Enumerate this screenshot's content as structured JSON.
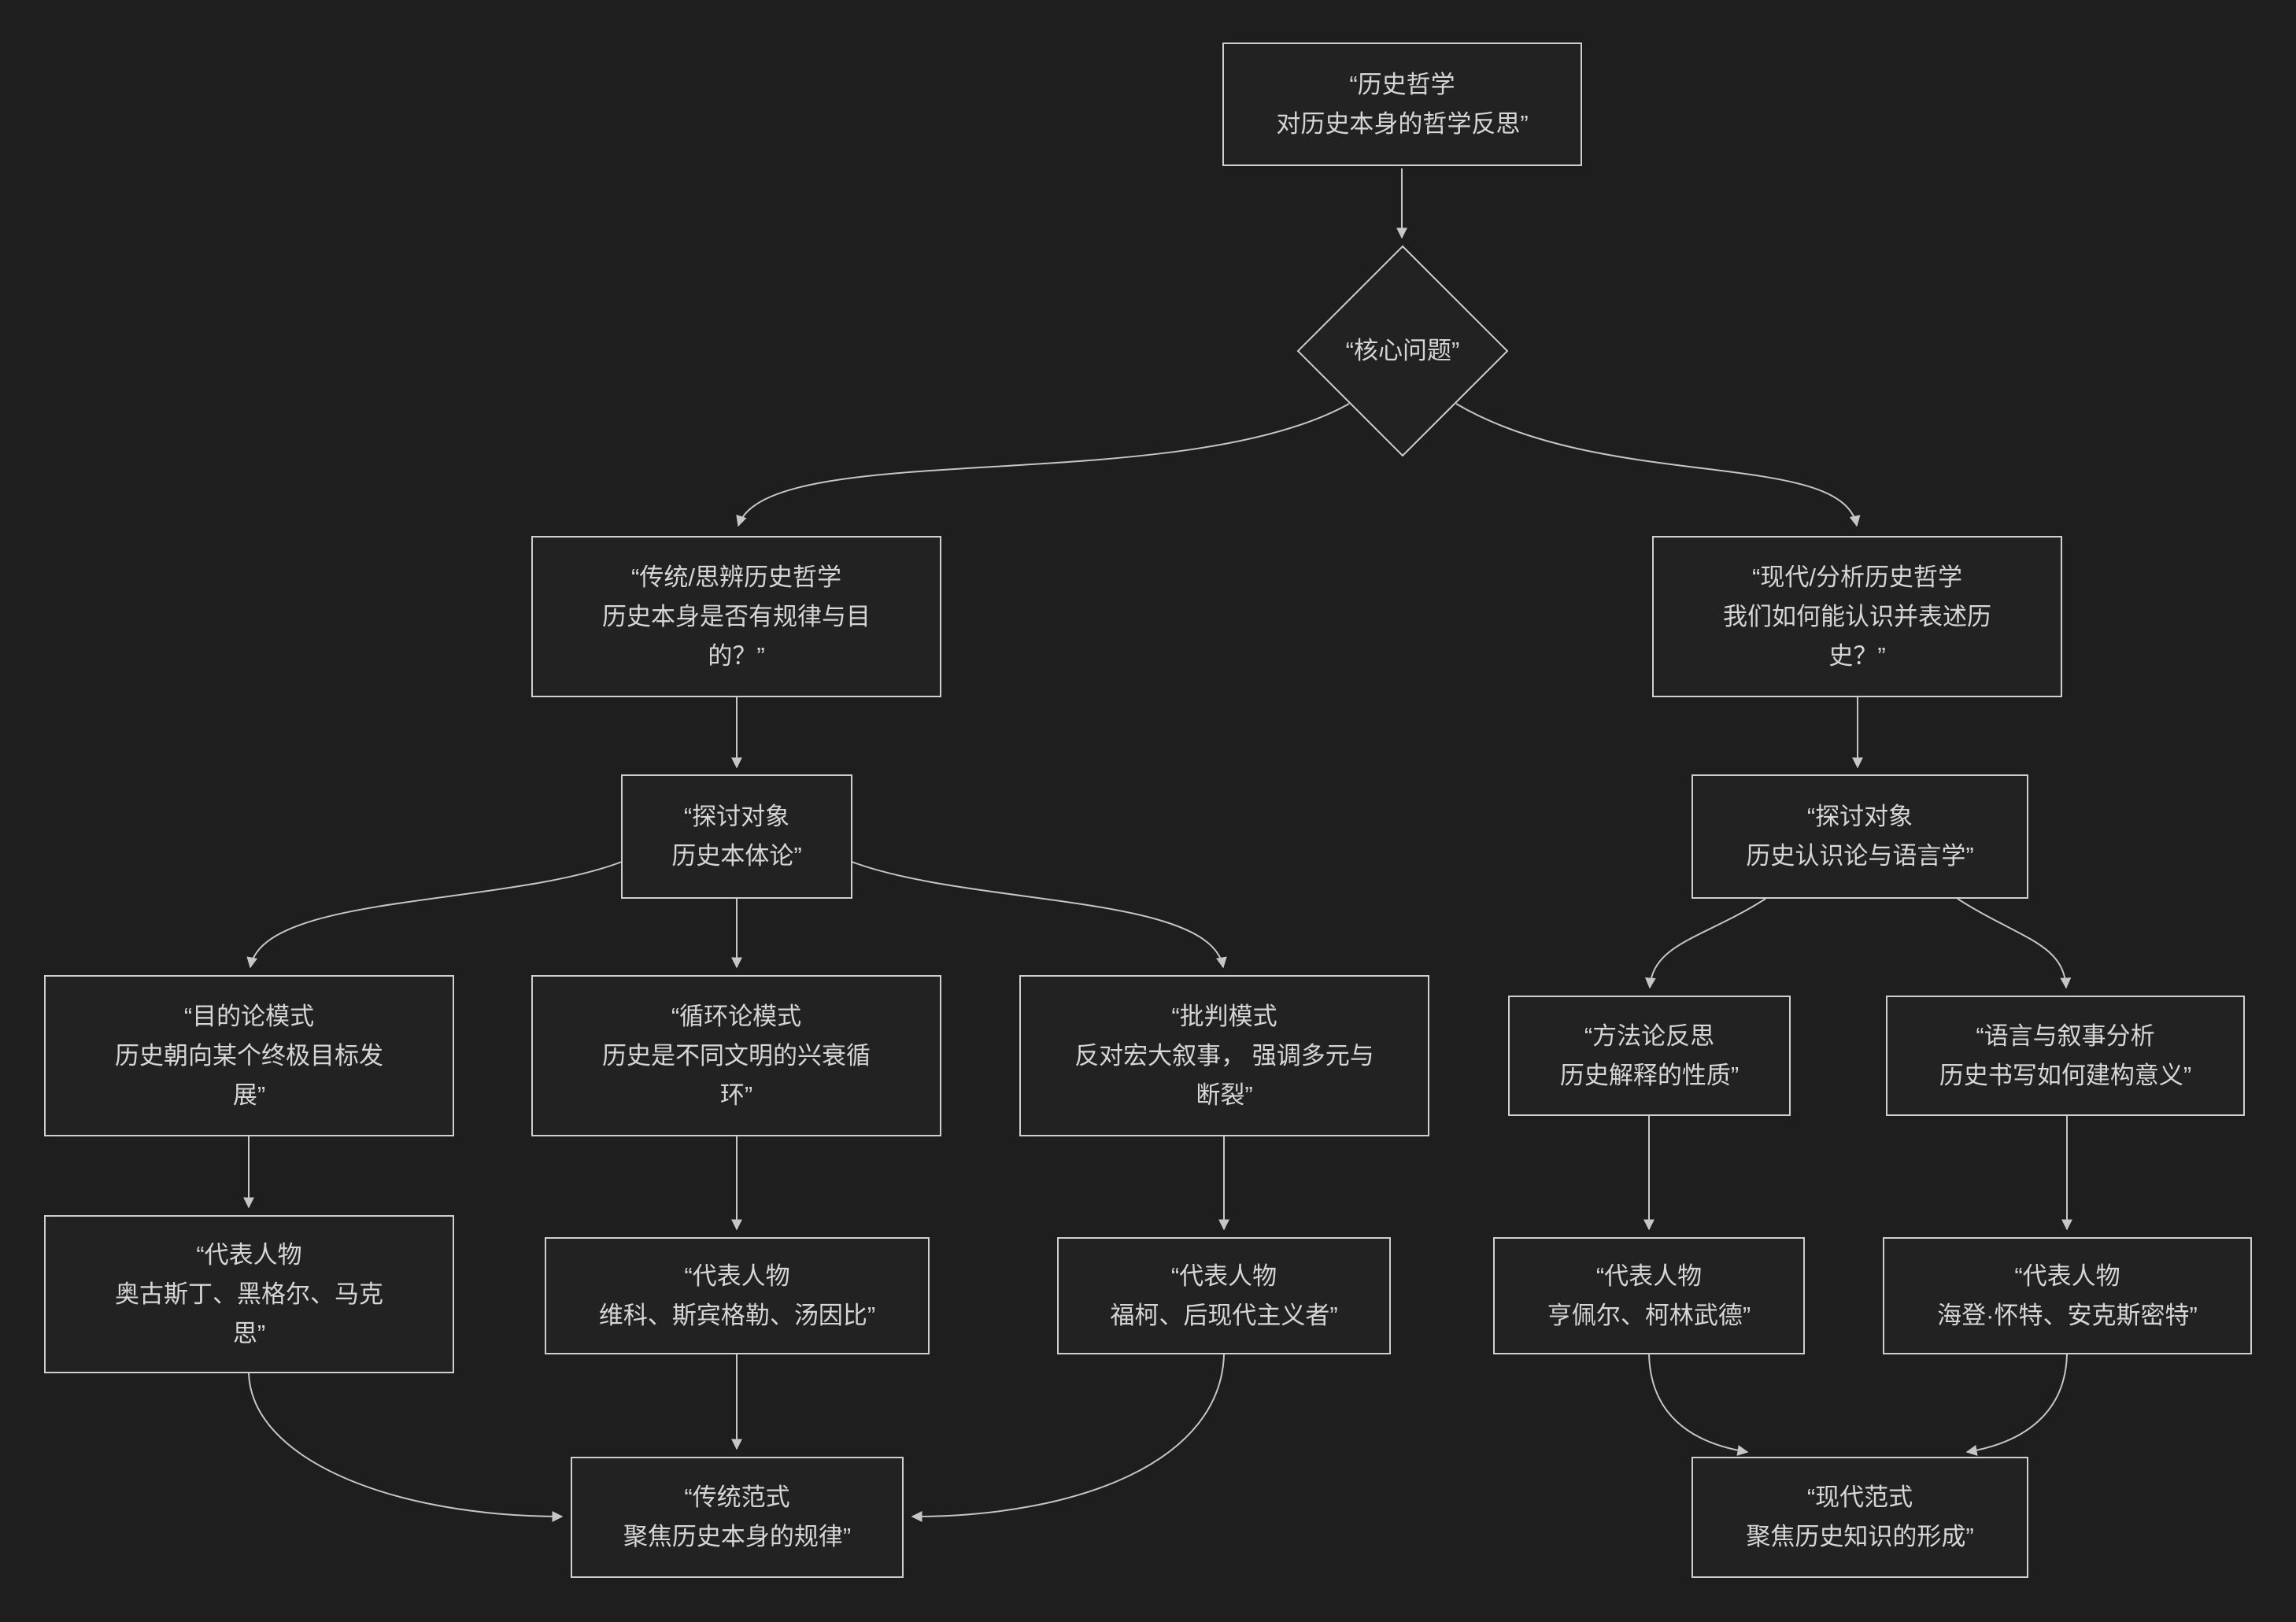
{
  "diagram": {
    "type": "flowchart",
    "direction": "top-down",
    "colors": {
      "background": "#1e1e1e",
      "node_fill": "#222222",
      "border": "#cfcfcf",
      "text": "#d6d6d6",
      "edge": "#c6c6c6"
    },
    "nodes": {
      "root": {
        "label": "“历史哲学\n对历史本身的哲学反思”",
        "shape": "rect"
      },
      "core_question": {
        "label": "“核心问题”",
        "shape": "diamond"
      },
      "traditional_branch": {
        "label": "“传统/思辨历史哲学\n历史本身是否有规律与目\n的？”",
        "shape": "rect"
      },
      "modern_branch": {
        "label": "“现代/分析历史哲学\n我们如何能认识并表述历\n史？”",
        "shape": "rect"
      },
      "trad_object": {
        "label": "“探讨对象\n历史本体论”",
        "shape": "rect"
      },
      "modern_object": {
        "label": "“探讨对象\n历史认识论与语言学”",
        "shape": "rect"
      },
      "teleology_mode": {
        "label": "“目的论模式\n历史朝向某个终极目标发\n展”",
        "shape": "rect"
      },
      "cyclical_mode": {
        "label": "“循环论模式\n历史是不同文明的兴衰循\n环”",
        "shape": "rect"
      },
      "critical_mode": {
        "label": "“批判模式\n反对宏大叙事， 强调多元与\n断裂”",
        "shape": "rect"
      },
      "methodology_reflection": {
        "label": "“方法论反思\n历史解释的性质”",
        "shape": "rect"
      },
      "language_narrative": {
        "label": "“语言与叙事分析\n历史书写如何建构意义”",
        "shape": "rect"
      },
      "teleology_figures": {
        "label": "“代表人物\n奥古斯丁、黑格尔、马克\n思”",
        "shape": "rect"
      },
      "cyclical_figures": {
        "label": "“代表人物\n维科、斯宾格勒、汤因比”",
        "shape": "rect"
      },
      "critical_figures": {
        "label": "“代表人物\n福柯、后现代主义者”",
        "shape": "rect"
      },
      "methodology_figures": {
        "label": "“代表人物\n亨佩尔、柯林武德”",
        "shape": "rect"
      },
      "narrative_figures": {
        "label": "“代表人物\n海登·怀特、安克斯密特”",
        "shape": "rect"
      },
      "traditional_paradigm": {
        "label": "“传统范式\n聚焦历史本身的规律”",
        "shape": "rect"
      },
      "modern_paradigm": {
        "label": "“现代范式\n聚焦历史知识的形成”",
        "shape": "rect"
      }
    },
    "edges": [
      {
        "from": "root",
        "to": "core_question"
      },
      {
        "from": "core_question",
        "to": "traditional_branch"
      },
      {
        "from": "core_question",
        "to": "modern_branch"
      },
      {
        "from": "traditional_branch",
        "to": "trad_object"
      },
      {
        "from": "trad_object",
        "to": "teleology_mode"
      },
      {
        "from": "trad_object",
        "to": "cyclical_mode"
      },
      {
        "from": "trad_object",
        "to": "critical_mode"
      },
      {
        "from": "teleology_mode",
        "to": "teleology_figures"
      },
      {
        "from": "cyclical_mode",
        "to": "cyclical_figures"
      },
      {
        "from": "critical_mode",
        "to": "critical_figures"
      },
      {
        "from": "teleology_figures",
        "to": "traditional_paradigm"
      },
      {
        "from": "cyclical_figures",
        "to": "traditional_paradigm"
      },
      {
        "from": "critical_figures",
        "to": "traditional_paradigm"
      },
      {
        "from": "modern_branch",
        "to": "modern_object"
      },
      {
        "from": "modern_object",
        "to": "methodology_reflection"
      },
      {
        "from": "modern_object",
        "to": "language_narrative"
      },
      {
        "from": "methodology_reflection",
        "to": "methodology_figures"
      },
      {
        "from": "language_narrative",
        "to": "narrative_figures"
      },
      {
        "from": "methodology_figures",
        "to": "modern_paradigm"
      },
      {
        "from": "narrative_figures",
        "to": "modern_paradigm"
      }
    ]
  }
}
